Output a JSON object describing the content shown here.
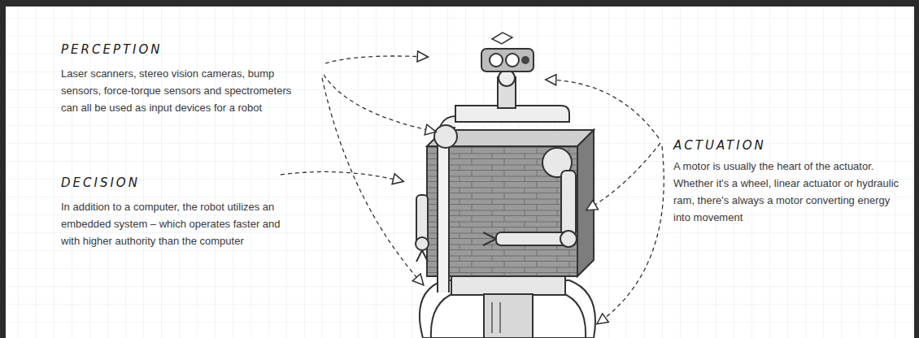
{
  "diagram": {
    "labels": [
      "PERCEPTION",
      "Laser scanners, stereo vision cameras, bump sensors, force-torque sensors and spectrometers can all be used as input devices for a robot",
      "DECISION",
      "In addition to a computer, the robot utilizes an embedded system – which operates faster and with higher authority than the computer",
      "ACTUATION",
      "A motor is usually the heart of the actuator. Whether it's a wheel, linear actuator or hydraulic ram, there's always a motor converting energy into movement"
    ]
  }
}
